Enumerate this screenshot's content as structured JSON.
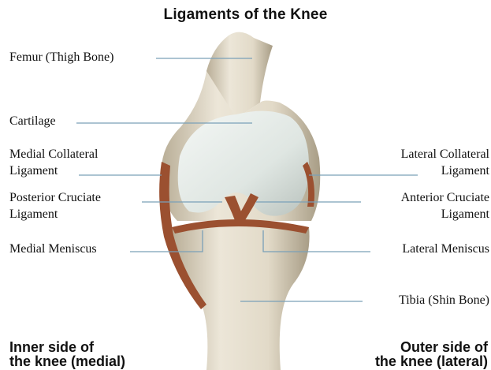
{
  "title": "Ligaments of the Knee",
  "labels": {
    "femur": "Femur (Thigh Bone)",
    "cartilage": "Cartilage",
    "mcl_1": "Medial Collateral",
    "mcl_2": "Ligament",
    "pcl_1": "Posterior Cruciate",
    "pcl_2": "Ligament",
    "medial_meniscus": "Medial Meniscus",
    "lcl_1": "Lateral Collateral",
    "lcl_2": "Ligament",
    "acl_1": "Anterior Cruciate",
    "acl_2": "Ligament",
    "lateral_meniscus": "Lateral Meniscus",
    "tibia": "Tibia (Shin Bone)"
  },
  "sides": {
    "inner_1": "Inner side of",
    "inner_2": "the knee (medial)",
    "outer_1": "Outer side of",
    "outer_2": "the knee (lateral)"
  },
  "colors": {
    "bone": "#e4dccb",
    "cartilage": "#dfe6e2",
    "ligament": "#9b5030",
    "leader_line": "#7aa0b8"
  }
}
